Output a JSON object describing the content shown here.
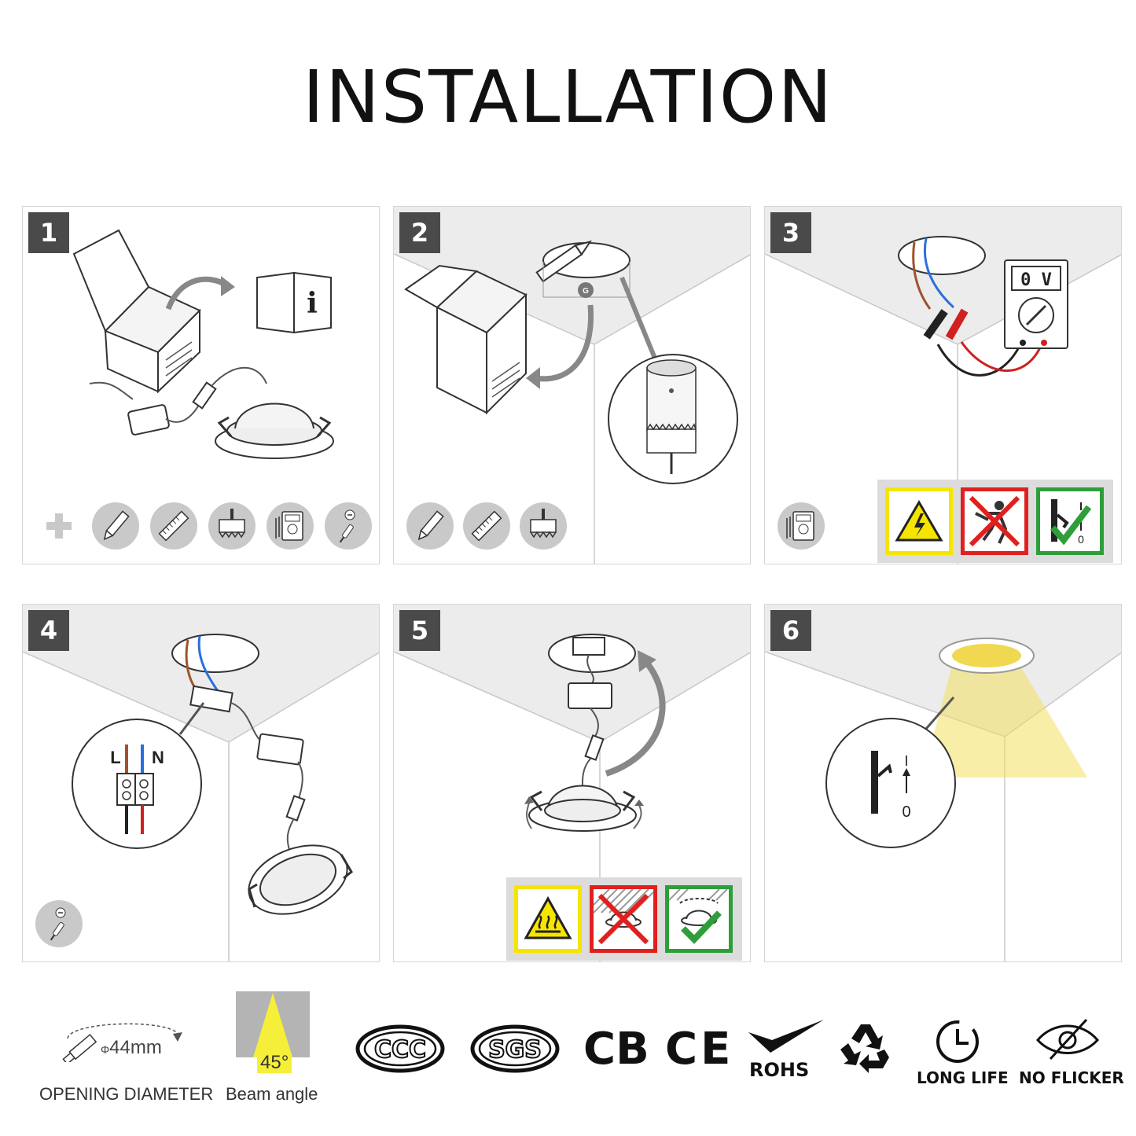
{
  "title": "INSTALLATION",
  "steps": [
    {
      "number": "1",
      "tools": [
        "pencil-icon",
        "ruler-icon",
        "hole-saw-icon",
        "multimeter-icon",
        "screwdriver-icon"
      ]
    },
    {
      "number": "2",
      "tools": [
        "pencil-icon",
        "ruler-icon",
        "hole-saw-icon"
      ],
      "mark": "G"
    },
    {
      "number": "3",
      "tools": [
        "multimeter-icon"
      ],
      "meter_reading": "0 V",
      "switch_off": "0"
    },
    {
      "number": "4",
      "tools": [
        "screwdriver-icon"
      ],
      "live_label": "L",
      "neutral_label": "N"
    },
    {
      "number": "5",
      "tools": []
    },
    {
      "number": "6",
      "switch_on": "I",
      "switch_off": "0"
    }
  ],
  "specs": {
    "opening_value": "44mm",
    "opening_symbol": "Φ",
    "opening_label": "OPENING DIAMETER",
    "beam_value": "45°",
    "beam_label": "Beam angle"
  },
  "certifications": {
    "ccc": "CCC",
    "sgs": "SGS",
    "cb": "CB",
    "ce": "CE",
    "rohs": "ROHS",
    "long_life": "LONG LIFE",
    "no_flicker": "NO FLICKER"
  },
  "colors": {
    "wire_brown": "#a0522d",
    "wire_blue": "#2a6fdb",
    "warning_yellow": "#f5e500",
    "prohibit_red": "#e02020",
    "ok_green": "#2e9e3a",
    "beam_yellow": "#f2e060"
  }
}
